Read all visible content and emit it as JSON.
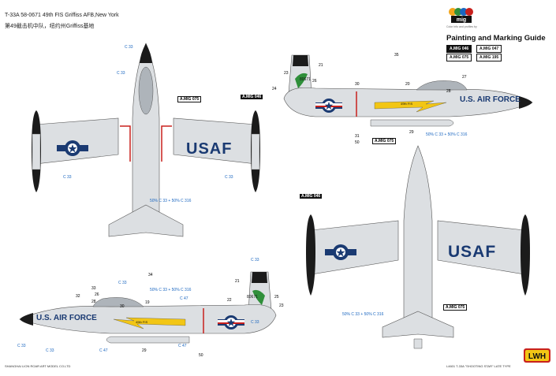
{
  "header": {
    "title_en": "T-33A 58-0671 49th FIS Griffiss AFB,New York",
    "title_cn": "第49截击机中队，纽约州Griffiss基地"
  },
  "brand": {
    "logo": "mig",
    "subtitle": "Color info and profiles by",
    "guide_title": "Painting and Marking Guide",
    "paints": [
      {
        "code": "A.MIG 046",
        "style": "dark"
      },
      {
        "code": "A.MIG 047",
        "style": "light"
      },
      {
        "code": "A.MIG 075",
        "style": "light"
      },
      {
        "code": "A.MIG 195",
        "style": "light"
      }
    ]
  },
  "aircraft": {
    "top_view": {
      "wing_text": "USAF",
      "callouts": [
        "C 33",
        "C 33",
        "C 33",
        "C 33",
        "A.MIG 075",
        "A.MIG 046"
      ],
      "mix_label": "50% C 33 + 50% C 316"
    },
    "bottom_view": {
      "wing_text": "USAF",
      "callouts": [
        "A.MIG 046",
        "A.MIG 075"
      ],
      "mix_label": "50% C 33 + 50% C 316"
    },
    "side_right": {
      "fuselage_text": "U.S. AIR FORCE",
      "tail_serial": "80671",
      "stripe_text": "49th FIS",
      "numbers": [
        "35",
        "21",
        "23",
        "24",
        "26",
        "30",
        "20",
        "27",
        "28",
        "31",
        "50",
        "29"
      ],
      "callouts": [
        "A.MIG 075"
      ],
      "mix_label": "50% C 33 + 50% C 316"
    },
    "side_left": {
      "fuselage_text": "U.S. AIR FORCE",
      "tail_serial": "80671",
      "stripe_text": "49th FIS",
      "numbers": [
        "34",
        "33",
        "32",
        "26",
        "28",
        "30",
        "19",
        "21",
        "22",
        "25",
        "23",
        "29",
        "50"
      ],
      "callouts": [
        "C 33",
        "C 33",
        "C 33",
        "C 47",
        "C 47",
        "C 47",
        "C 33",
        "C 33"
      ],
      "mix_label": "50% C 33 + 50% C 316"
    }
  },
  "footer": {
    "left": "SHANGHAI LION ROAR ART MODEL CO.LTD",
    "right": "L4601 T-33A \"SHOOTING STAR\" LATE TYPE",
    "maker_logo": "LWH"
  },
  "colors": {
    "airframe": "#dcdfe2",
    "panel": "#c4c8cc",
    "anti_glare": "#1b1b1b",
    "usaf_blue": "#1a3a72",
    "stripe_yellow": "#f2c615",
    "red_line": "#c8201d",
    "tail_green": "#2f8f3a",
    "callout_blue": "#1a66c0"
  }
}
